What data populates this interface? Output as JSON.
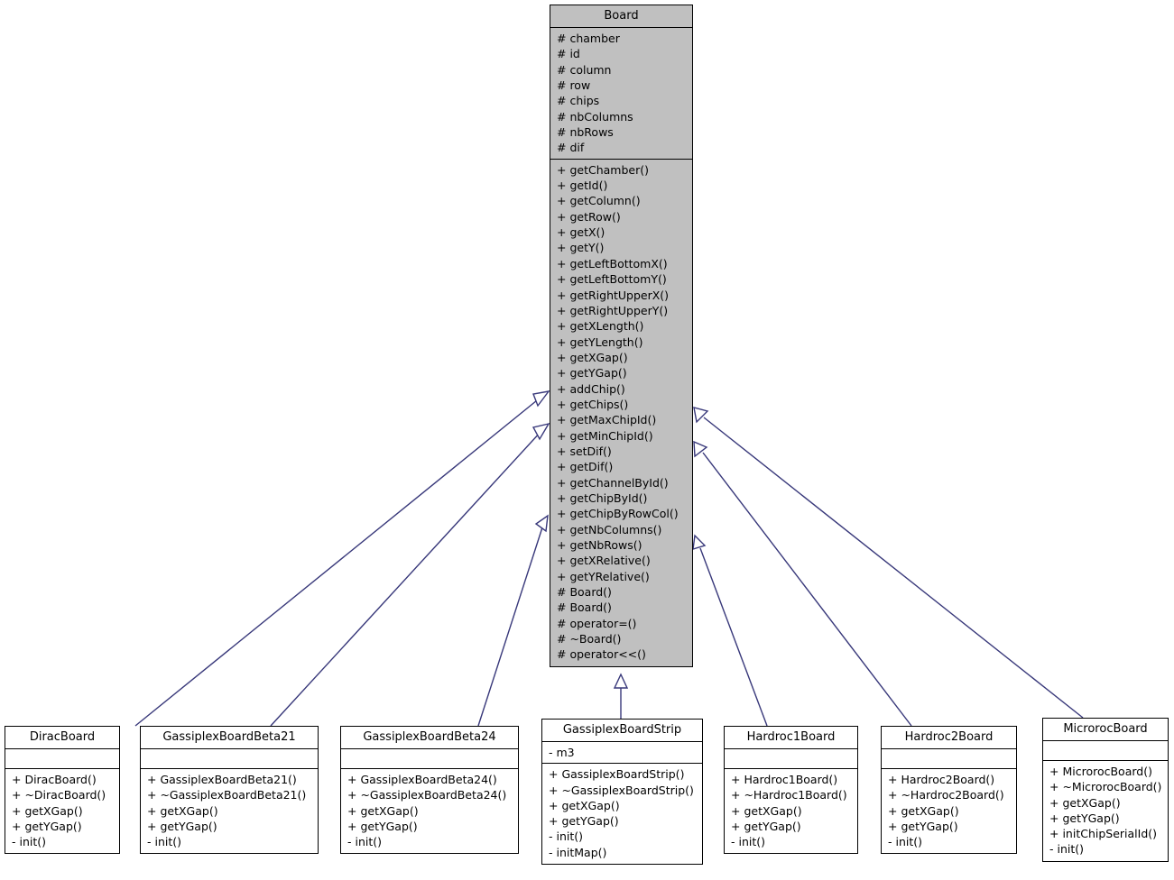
{
  "diagram": {
    "kind": "uml-class-inheritance",
    "colors": {
      "base_fill": "#c0c0c0",
      "derived_fill": "#ffffff",
      "border": "#000000",
      "edge": "#38387a"
    }
  },
  "classes": {
    "board": {
      "name": "Board",
      "attributes": [
        "# chamber",
        "# id",
        "# column",
        "# row",
        "# chips",
        "# nbColumns",
        "# nbRows",
        "# dif"
      ],
      "operations": [
        "+ getChamber()",
        "+ getId()",
        "+ getColumn()",
        "+ getRow()",
        "+ getX()",
        "+ getY()",
        "+ getLeftBottomX()",
        "+ getLeftBottomY()",
        "+ getRightUpperX()",
        "+ getRightUpperY()",
        "+ getXLength()",
        "+ getYLength()",
        "+ getXGap()",
        "+ getYGap()",
        "+ addChip()",
        "+ getChips()",
        "+ getMaxChipId()",
        "+ getMinChipId()",
        "+ setDif()",
        "+ getDif()",
        "+ getChannelById()",
        "+ getChipById()",
        "+ getChipByRowCol()",
        "+ getNbColumns()",
        "+ getNbRows()",
        "+ getXRelative()",
        "+ getYRelative()",
        "# Board()",
        "# Board()",
        "# operator=()",
        "# ~Board()",
        "# operator<<()"
      ]
    },
    "dirac": {
      "name": "DiracBoard",
      "attributes": [],
      "operations": [
        "+ DiracBoard()",
        "+ ~DiracBoard()",
        "+ getXGap()",
        "+ getYGap()",
        "- init()"
      ]
    },
    "gbeta21": {
      "name": "GassiplexBoardBeta21",
      "attributes": [],
      "operations": [
        "+ GassiplexBoardBeta21()",
        "+ ~GassiplexBoardBeta21()",
        "+ getXGap()",
        "+ getYGap()",
        "- init()"
      ]
    },
    "gbeta24": {
      "name": "GassiplexBoardBeta24",
      "attributes": [],
      "operations": [
        "+ GassiplexBoardBeta24()",
        "+ ~GassiplexBoardBeta24()",
        "+ getXGap()",
        "+ getYGap()",
        "- init()"
      ]
    },
    "gstrip": {
      "name": "GassiplexBoardStrip",
      "attributes": [
        "- m3"
      ],
      "operations": [
        "+ GassiplexBoardStrip()",
        "+ ~GassiplexBoardStrip()",
        "+ getXGap()",
        "+ getYGap()",
        "- init()",
        "- initMap()"
      ]
    },
    "hardroc1": {
      "name": "Hardroc1Board",
      "attributes": [],
      "operations": [
        "+ Hardroc1Board()",
        "+ ~Hardroc1Board()",
        "+ getXGap()",
        "+ getYGap()",
        "- init()"
      ]
    },
    "hardroc2": {
      "name": "Hardroc2Board",
      "attributes": [],
      "operations": [
        "+ Hardroc2Board()",
        "+ ~Hardroc2Board()",
        "+ getXGap()",
        "+ getYGap()",
        "- init()"
      ]
    },
    "microroc": {
      "name": "MicrorocBoard",
      "attributes": [],
      "operations": [
        "+ MicrorocBoard()",
        "+ ~MicrorocBoard()",
        "+ getXGap()",
        "+ getYGap()",
        "+ initChipSerialId()",
        "- init()"
      ]
    }
  },
  "edges": [
    {
      "from": "dirac",
      "to": "board",
      "relation": "generalization"
    },
    {
      "from": "gbeta21",
      "to": "board",
      "relation": "generalization"
    },
    {
      "from": "gbeta24",
      "to": "board",
      "relation": "generalization"
    },
    {
      "from": "gstrip",
      "to": "board",
      "relation": "generalization"
    },
    {
      "from": "hardroc1",
      "to": "board",
      "relation": "generalization"
    },
    {
      "from": "hardroc2",
      "to": "board",
      "relation": "generalization"
    },
    {
      "from": "microroc",
      "to": "board",
      "relation": "generalization"
    }
  ]
}
